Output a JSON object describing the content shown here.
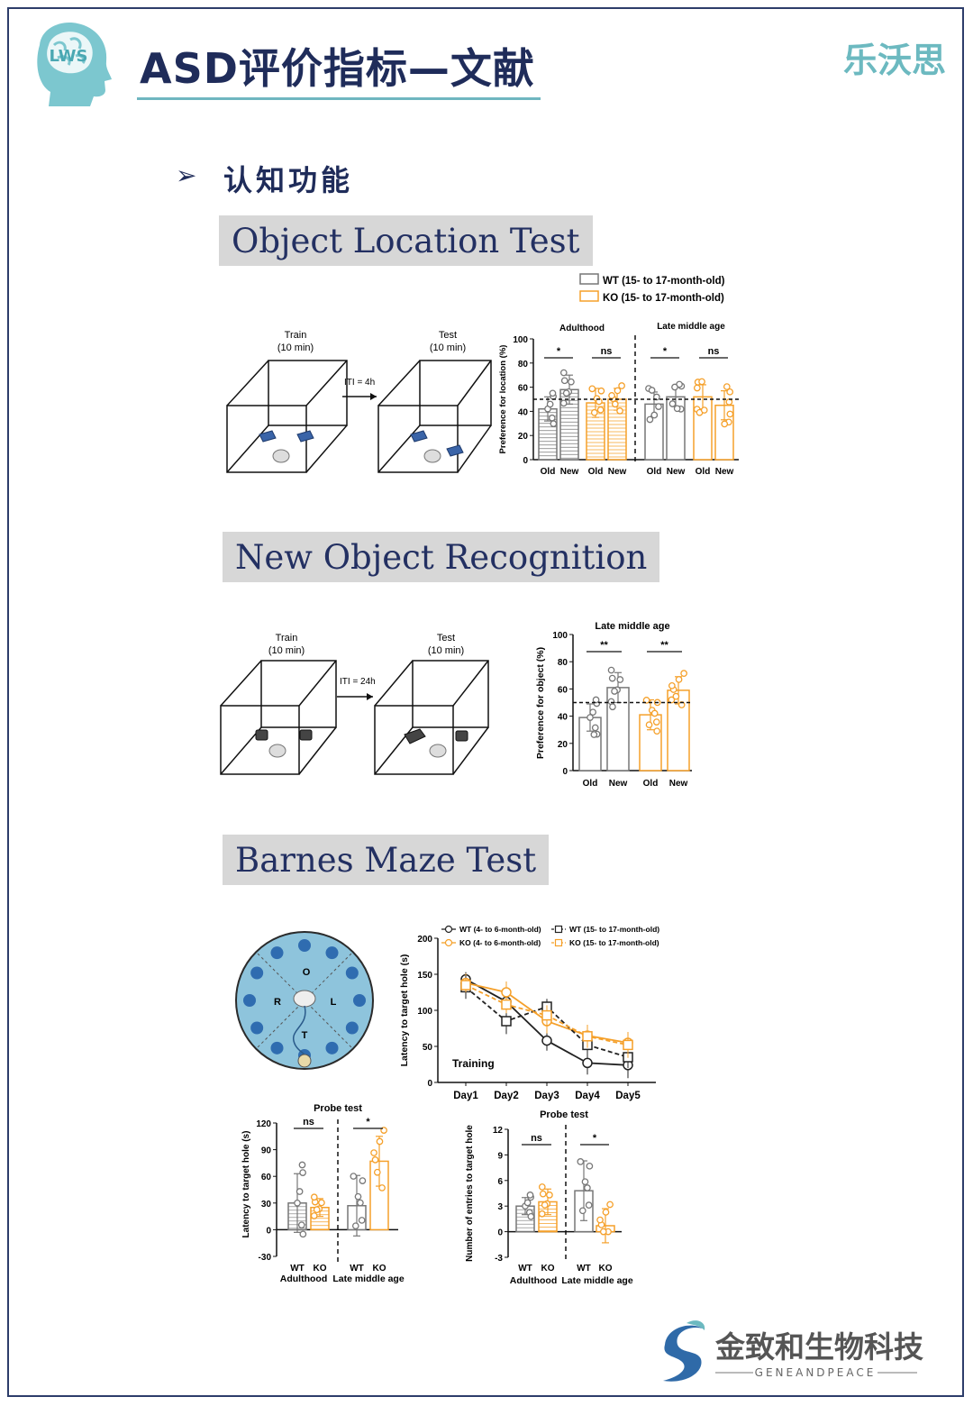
{
  "header": {
    "title": "ASD评价指标—文献",
    "brand": "乐沃思",
    "logo_text": "LWS"
  },
  "bullet": {
    "marker": "➢",
    "text": "认知功能"
  },
  "sections": {
    "olt": "Object Location Test",
    "nor": "New Object Recognition",
    "bmt": "Barnes Maze Test"
  },
  "olt_schematic": {
    "train": "Train",
    "train_dur": "(10 min)",
    "test": "Test",
    "test_dur": "(10 min)",
    "iti": "ITI = 4h"
  },
  "nor_schematic": {
    "train": "Train",
    "train_dur": "(10 min)",
    "test": "Test",
    "test_dur": "(10 min)",
    "iti": "ITI = 24h"
  },
  "maze": {
    "labels": [
      "O",
      "R",
      "L",
      "T"
    ]
  },
  "colors": {
    "wt": "#777777",
    "ko": "#f5a02a",
    "box_blue": "#3a64a8",
    "maze_fill": "#8ec4dc",
    "hole_blue": "#2f6cb0"
  },
  "chart_data": [
    {
      "id": "olt",
      "type": "bar",
      "legend": [
        "WT (15- to 17-month-old)",
        "KO (15- to 17-month-old)"
      ],
      "ylabel": "Preference for location (%)",
      "ylim": [
        0,
        100
      ],
      "yticks": [
        "0",
        "20",
        "40",
        "60",
        "80",
        "100"
      ],
      "groups": [
        "Adulthood",
        "Late middle age"
      ],
      "categories": [
        "Old",
        "New",
        "Old",
        "New",
        "Old",
        "New",
        "Old",
        "New"
      ],
      "values": [
        42,
        58,
        47,
        50,
        46,
        52,
        52,
        45
      ],
      "series_of_bar": [
        "WT",
        "WT",
        "KO",
        "KO",
        "WT",
        "WT",
        "KO",
        "KO"
      ],
      "significance": [
        "*",
        "ns",
        "*",
        "ns"
      ],
      "reference_line": 50
    },
    {
      "id": "nor",
      "type": "bar",
      "title": "Late middle age",
      "ylabel": "Preference for object (%)",
      "ylim": [
        0,
        100
      ],
      "yticks": [
        "0",
        "20",
        "40",
        "60",
        "80",
        "100"
      ],
      "categories": [
        "Old",
        "New",
        "Old",
        "New"
      ],
      "values": [
        39,
        61,
        41,
        59
      ],
      "series_of_bar": [
        "WT",
        "WT",
        "KO",
        "KO"
      ],
      "significance": [
        "**",
        "**"
      ],
      "reference_line": 50
    },
    {
      "id": "bm_training",
      "type": "line",
      "ylabel": "Latency to target hole (s)",
      "annotation": "Training",
      "ylim": [
        0,
        200
      ],
      "yticks": [
        "0",
        "50",
        "100",
        "150",
        "200"
      ],
      "x": [
        "Day1",
        "Day2",
        "Day3",
        "Day4",
        "Day5"
      ],
      "series": [
        {
          "name": "WT (4- to 6-month-old)",
          "values": [
            143,
            112,
            58,
            27,
            24
          ]
        },
        {
          "name": "KO (4- to 6-month-old)",
          "values": [
            138,
            125,
            85,
            65,
            55
          ]
        },
        {
          "name": "WT (15- to 17-month-old)",
          "values": [
            132,
            85,
            105,
            52,
            35
          ]
        },
        {
          "name": "KO (15- to 17-month-old)",
          "values": [
            135,
            108,
            93,
            64,
            52
          ]
        }
      ]
    },
    {
      "id": "bm_probe_latency",
      "type": "bar",
      "title": "Probe test",
      "ylabel": "Latency to target hole (s)",
      "ylim": [
        -30,
        120
      ],
      "yticks": [
        "-30",
        "0",
        "30",
        "60",
        "90",
        "120"
      ],
      "categories": [
        "WT",
        "KO",
        "WT",
        "KO"
      ],
      "groups": [
        "Adulthood",
        "Late middle age"
      ],
      "values": [
        30,
        25,
        27,
        77
      ],
      "series_of_bar": [
        "WT",
        "KO",
        "WT",
        "KO"
      ],
      "significance": [
        "ns",
        "*"
      ]
    },
    {
      "id": "bm_probe_entries",
      "type": "bar",
      "title": "Probe test",
      "ylabel": "Number of entries to target hole",
      "ylim": [
        -3,
        12
      ],
      "yticks": [
        "-3",
        "0",
        "3",
        "6",
        "9",
        "12"
      ],
      "categories": [
        "WT",
        "KO",
        "WT",
        "KO"
      ],
      "groups": [
        "Adulthood",
        "Late middle age"
      ],
      "values": [
        3,
        3.5,
        4.8,
        0.7
      ],
      "series_of_bar": [
        "WT",
        "KO",
        "WT",
        "KO"
      ],
      "significance": [
        "ns",
        "*"
      ]
    }
  ],
  "footer": {
    "company": "金致和生物科技",
    "company_en": "GENEANDPEACE"
  }
}
